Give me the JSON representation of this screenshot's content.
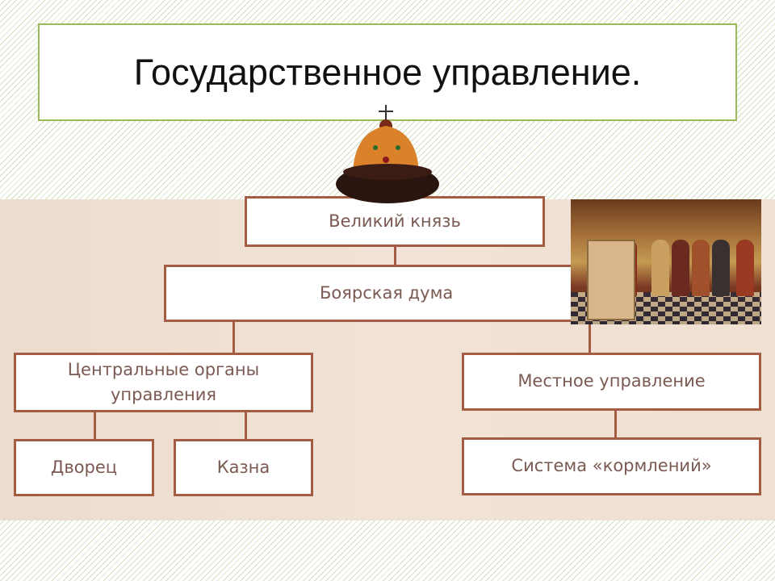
{
  "title": "Государственное управление.",
  "diagram": {
    "grand_prince": "Великий князь",
    "boyar_duma": "Боярская дума",
    "central_organs": "Центральные органы управления",
    "local_government": "Местное управление",
    "palace": "Дворец",
    "treasury": "Казна",
    "feeding_system": "Система «кормлений»"
  },
  "colors": {
    "accent": "#9bbb59",
    "box_border": "#a55c45",
    "text": "#7a5a52"
  }
}
